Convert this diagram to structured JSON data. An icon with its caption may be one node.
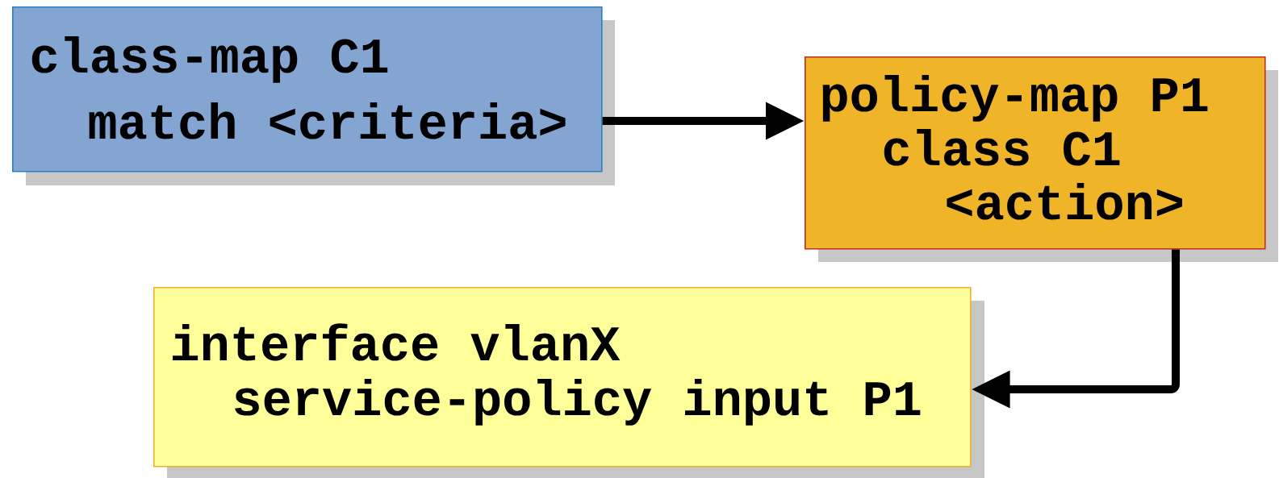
{
  "diagram": {
    "nodes": [
      {
        "text": [
          "class-map C1",
          "match <criteria>"
        ]
      },
      {
        "text": [
          "policy-map P1",
          "class C1",
          "<action>"
        ]
      },
      {
        "text": [
          "interface vlanX",
          "service-policy input P1"
        ]
      }
    ],
    "edges": [
      {
        "from": 0,
        "to": 1,
        "arrow": "to"
      },
      {
        "from": 1,
        "to": 2,
        "arrow": "to"
      }
    ]
  }
}
